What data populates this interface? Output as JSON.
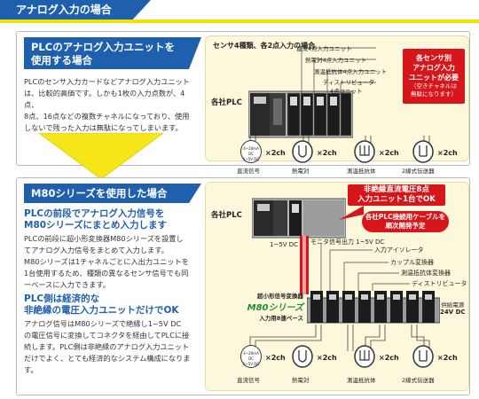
{
  "page": {
    "section_label": "アナログ入力の場合"
  },
  "top": {
    "header": "PLCのアナログ入力ユニットを使用する場合",
    "header_line1": "PLCのアナログ入力ユニットを",
    "header_line2": "使用する場合",
    "body": [
      "PLCのセンサ入力カードなどアナログ入力ユニット",
      "は、比較的高価です。しかも1枚の入力点数が、4点、",
      "8点、16点などの複数チャネルになっており、使用",
      "しないで残った入力は無駄になってしまいます。"
    ],
    "panel_title": "センサ4種類、各2点入力の場合",
    "plc_label": "各社PLC",
    "unit_labels": [
      "直流4点入力ユニット",
      "熱電対4点入力ユニット",
      "測温抵抗体4点入力ユニット",
      "ディストリビュータ",
      "4点ユニット"
    ],
    "callout": [
      "各センサ別",
      "アナログ入力",
      "ユニットが必要"
    ],
    "callout_note": [
      "（空きチャネルは",
      "無駄になります）"
    ],
    "sensors": [
      {
        "label": "直流信号",
        "count": "×2ch",
        "inner": [
          "4~20mA DC",
          "1~5V DC"
        ]
      },
      {
        "label": "熱電対",
        "count": "×2ch"
      },
      {
        "label": "測温抵抗体",
        "count": "×2ch"
      },
      {
        "label": "2線式伝送器",
        "count": "×2ch"
      }
    ]
  },
  "bottom": {
    "header": "M80シリーズを使用した場合",
    "sub1": [
      "PLCの前段でアナログ入力信号を",
      "M80シリーズにまとめ入力します"
    ],
    "body1": [
      "PLCの前段に超小形変換器M80シリーズを設置し",
      "てアナログ入力信号をまとめて入力します。",
      "M80シリーズは1チャネルごとに入出力ユニットを",
      "1台使用するため、種類の異なるセンサ信号でも同",
      "一ベースに入力できます。"
    ],
    "sub2": [
      "PLC側は経済的な",
      "非絶縁の電圧入力ユニットだけでOK"
    ],
    "body2": [
      "アナログ信号はM80シリーズで絶縁し1~5V DC",
      "の電圧信号に変換してコネクタを経由してPLCに接",
      "続します。PLC側は非絶縁のアナログ入力ユニット",
      "だけでよく、とても経済的なシステム構成になります。"
    ],
    "plc_label": "各社PLC",
    "callout1": [
      "非絶縁直流電圧8点",
      "入力ユニット1台でOK"
    ],
    "callout2": [
      "各社PLC接続用ケーブルを",
      "順次開発予定"
    ],
    "voltage_label": "1~5V DC",
    "monitor_label": "モニタ信号出力 1~5V DC",
    "unit_labels": [
      "入力アイソレータ",
      "カップル変換器",
      "測温抵抗体変換器",
      "ディストリビュータ"
    ],
    "m80_small": "超小形信号変換器",
    "m80_name": "M80シリーズ",
    "m80_base": "入力用8連ベース",
    "supply_label": [
      "供給電源",
      "24V DC"
    ],
    "sensors": [
      {
        "label": "直流信号",
        "count": "×2ch",
        "inner": [
          "4~20mA DC",
          "1~5V DC"
        ]
      },
      {
        "label": "熱電対",
        "count": "×2ch"
      },
      {
        "label": "測温抵抗体",
        "count": "×2ch"
      },
      {
        "label": "2線式伝送器",
        "count": "×2ch"
      }
    ]
  },
  "colors": {
    "accent_blue": "#1e5fae",
    "callout_red": "#d6161b",
    "arrow_yellow": "#f5e61a",
    "panel_bg": "#fdf8dc"
  }
}
